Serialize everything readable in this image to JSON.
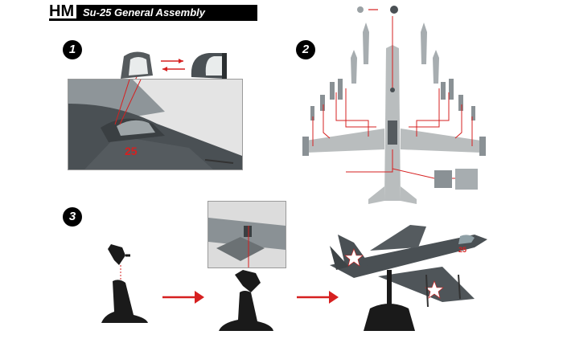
{
  "header": {
    "logo_text": "HM",
    "title": "Su-25 General Assembly Instructions"
  },
  "steps": [
    {
      "number": "1"
    },
    {
      "number": "2"
    },
    {
      "number": "3"
    }
  ],
  "colors": {
    "aircraft_gray": "#4a5054",
    "light_gray": "#b9bdbe",
    "accent_red": "#d62020",
    "stand_black": "#1a1a1a"
  }
}
